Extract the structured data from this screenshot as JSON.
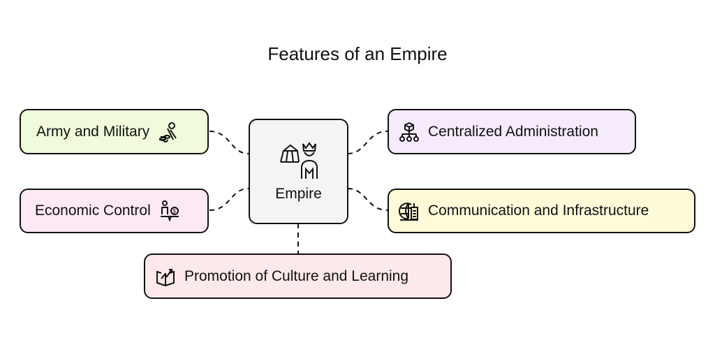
{
  "title": "Features of an Empire",
  "center": {
    "label": "Empire",
    "icon": "tent-king-icon",
    "fill": "#f4f4f4"
  },
  "nodes": [
    {
      "label": "Army and Military",
      "icon": "soldier-icon",
      "fill": "#f0fbdb"
    },
    {
      "label": "Economic Control",
      "icon": "person-scale-money-icon",
      "fill": "#fde9f4"
    },
    {
      "label": "Centralized Administration",
      "icon": "hierarchy-icon",
      "fill": "#f5ebfc"
    },
    {
      "label": "Communication and Infrastructure",
      "icon": "globe-building-icon",
      "fill": "#fefbd9"
    },
    {
      "label": "Promotion of Culture and Learning",
      "icon": "book-growth-icon",
      "fill": "#fde9e9"
    }
  ]
}
